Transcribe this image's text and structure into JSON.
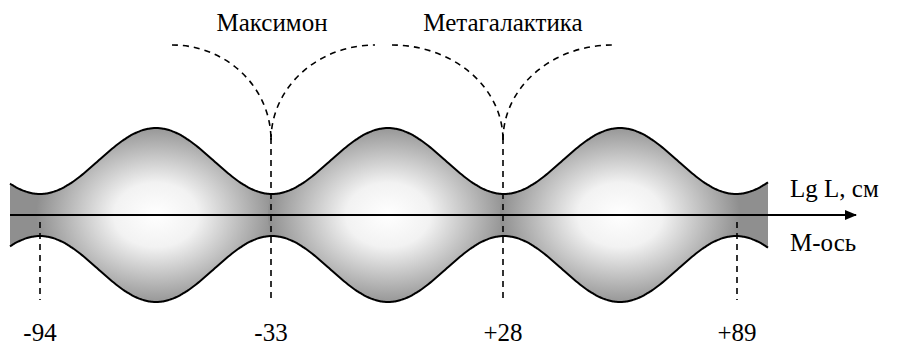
{
  "diagram": {
    "labels": [
      "Максимон",
      "Метагалактика",
      "Lg L, см",
      "М-ось",
      "-94",
      "-33",
      "+28",
      "+89"
    ]
  }
}
